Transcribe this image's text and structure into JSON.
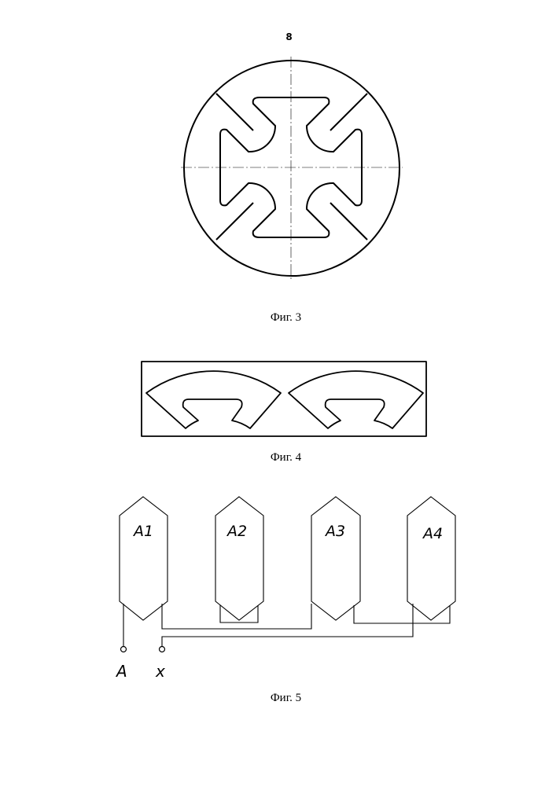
{
  "page": {
    "number": "8"
  },
  "figures": [
    {
      "id": "fig3",
      "caption": "Фиг. 3"
    },
    {
      "id": "fig4",
      "caption": "Фиг. 4"
    },
    {
      "id": "fig5",
      "caption": "Фиг. 5",
      "coils": [
        "A1",
        "A2",
        "A3",
        "A4"
      ],
      "terminals": [
        "A",
        "x"
      ]
    }
  ]
}
